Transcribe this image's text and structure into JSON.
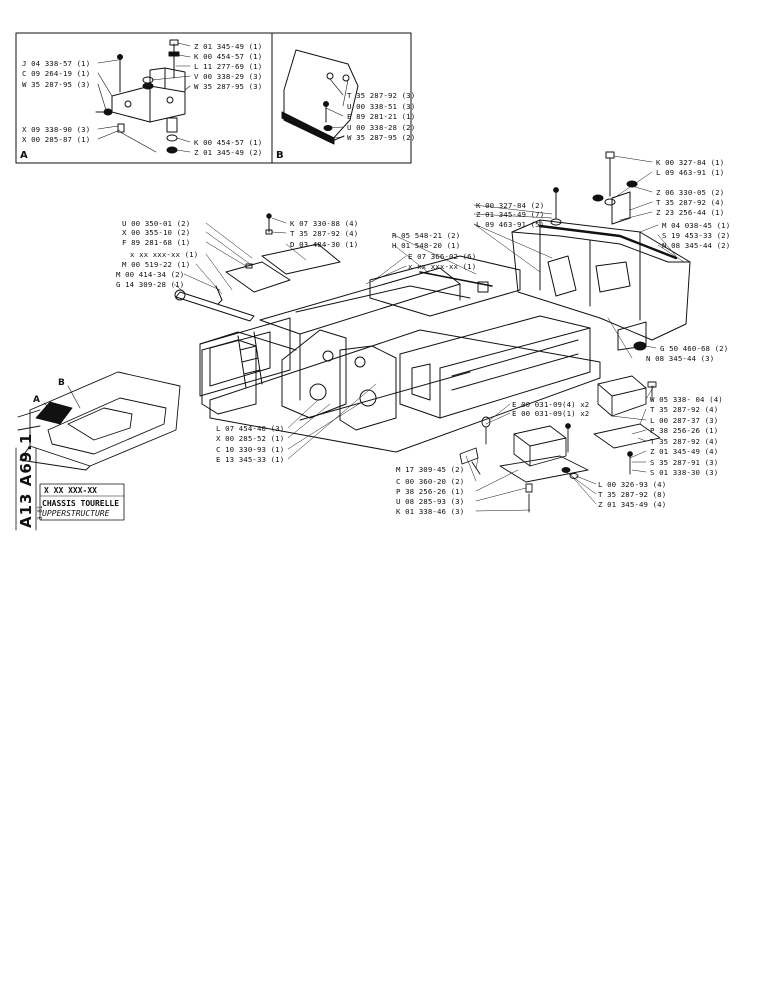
{
  "detail_a": {
    "tag": "A",
    "labels": [
      "J 04 338-57 (1)",
      "C 09 264-19 (1)",
      "W 35 287-95 (3)",
      "X 09 338-90 (3)",
      "X 00 285-87 (1)",
      "Z 01 345-49 (1)",
      "K 00 454-57 (1)",
      "L 11 277-69 (1)",
      "V 00 338-29 (3)",
      "W 35 287-95 (3)",
      "K 00 454-57 (1)",
      "Z 01 345-49 (2)"
    ]
  },
  "detail_b": {
    "tag": "B",
    "labels": [
      "T 35 287-92 (3)",
      "U 00 338-51 (3)",
      "E 89 281-21 (1)",
      "U 00 338-28 (2)",
      "W 35 287-95 (2)"
    ]
  },
  "main_labels": {
    "left": [
      "U 00 350-01 (2)",
      "X 00 355-10 (2)",
      "F 89 281-68 (1)",
      "x xx xxx-xx (1)",
      "M 00 519-22 (1)",
      "M 00 414-34 (2)",
      "G 14 309-28 (1)"
    ],
    "top_center": [
      "K 07 330-88 (4)",
      "T 35 287-92 (4)",
      "D 03 484-30 (1)"
    ],
    "center": [
      "R 05 548-21 (2)",
      "H 01 548-20 (1)",
      "E 07 366-02 (6)",
      "x xx xxx-xx (1)"
    ],
    "counterweight_left": [
      "K 00 327-84 (2)",
      "Z 01 345-49 (7)",
      "L 09 463-91 (5)"
    ],
    "counterweight_top": [
      "K 00 327-84 (1)",
      "L 09 463-91 (1)",
      "Z 06 330-05 (2)",
      "T 35 287-92 (4)",
      "Z 23 256-44 (1)"
    ],
    "counterweight_right": [
      "M 04 038-45 (1)",
      "S 19 453-33 (2)",
      "N 08 345-44 (2)"
    ],
    "counterweight_bottom": [
      "G 50 460-68 (2)",
      "N 08 345-44 (3)"
    ],
    "bottom_left": [
      "L 07 454-40 (3)",
      "X 00 285-52 (1)",
      "C 10 330-93 (1)",
      "E 13 345-33 (1)"
    ],
    "bottom_center": [
      "E 00 031-09(4) x2",
      "E 00 031-09(1) x2"
    ],
    "bottom_mid": [
      "M 17 309-45 (2)",
      "C 00 360-20 (2)",
      "P 38 256-26 (1)",
      "U 08 285-93 (3)",
      "K 01 338-46 (3)"
    ],
    "bottom_right_plate": [
      "L 00 326-93 (4)",
      "T 35 287-92 (8)",
      "Z 01 345-49 (4)"
    ],
    "right_plate": [
      "W 05 338- 04 (4)",
      "T 35 287-92 (4)",
      "L 00 287-37 (3)",
      "P 38 256-26 (1)",
      "T 35 287-92 (4)",
      "Z 01 345-49 (4)",
      "S 35 287-91 (3)",
      "S 01 338-30 (3)"
    ]
  },
  "callouts": {
    "a": "A",
    "b": "B"
  },
  "side": {
    "code": "A13 A69.1",
    "small": "3-81"
  },
  "title_block": {
    "part_no": "X XX XXX-XX",
    "french": "CHASSIS TOURELLE",
    "english": "UPPERSTRUCTURE"
  }
}
